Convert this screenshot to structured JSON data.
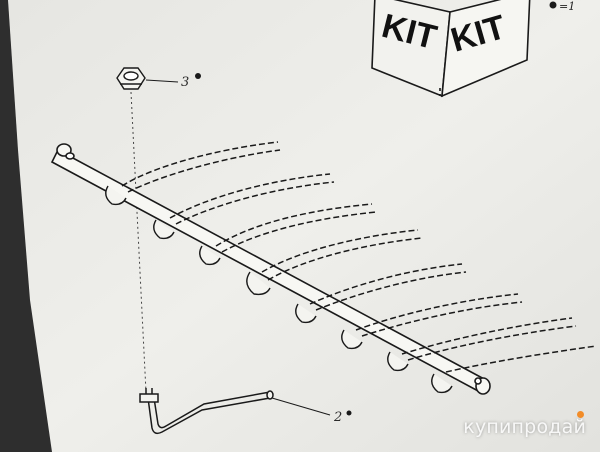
{
  "box": {
    "front_label": "KIT",
    "side_label": "KIT"
  },
  "legend": {
    "text": "=1"
  },
  "callouts": [
    {
      "number": "3"
    },
    {
      "number": "2"
    }
  ],
  "watermark": {
    "text": "купипродай"
  },
  "colors": {
    "paper": "#ecece8",
    "ink": "#1a1a1a",
    "background": "#2e2e2e",
    "watermark_dot": "#f28c28"
  }
}
